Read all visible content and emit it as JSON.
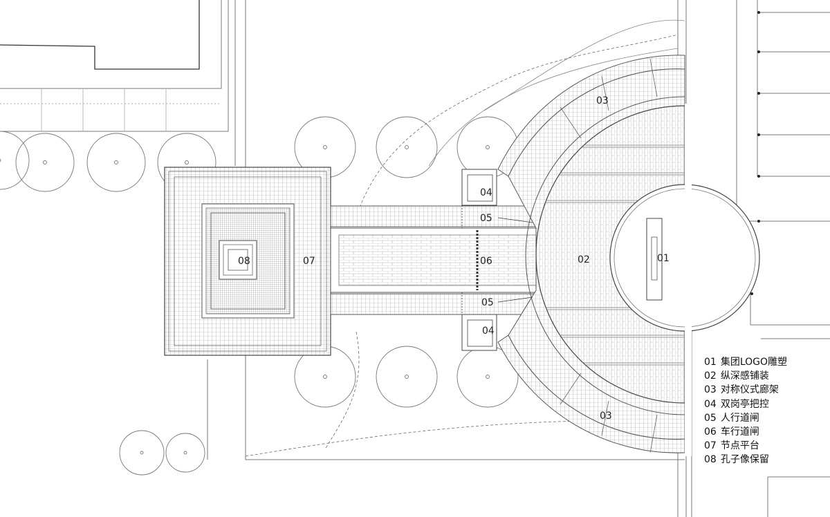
{
  "plan_labels": {
    "l01": "01",
    "l02": "02",
    "l03a": "03",
    "l03b": "03",
    "l04a": "04",
    "l04b": "04",
    "l05a": "05",
    "l05b": "05",
    "l06": "06",
    "l07": "07",
    "l08": "08"
  },
  "legend": [
    {
      "code": "01",
      "text": "集团LOGO雕塑"
    },
    {
      "code": "02",
      "text": "纵深感铺装"
    },
    {
      "code": "03",
      "text": "对称仪式廊架"
    },
    {
      "code": "04",
      "text": "双岗亭把控"
    },
    {
      "code": "05",
      "text": "人行道闸"
    },
    {
      "code": "06",
      "text": "车行道闸"
    },
    {
      "code": "07",
      "text": "节点平台"
    },
    {
      "code": "08",
      "text": "孔子像保留"
    }
  ]
}
